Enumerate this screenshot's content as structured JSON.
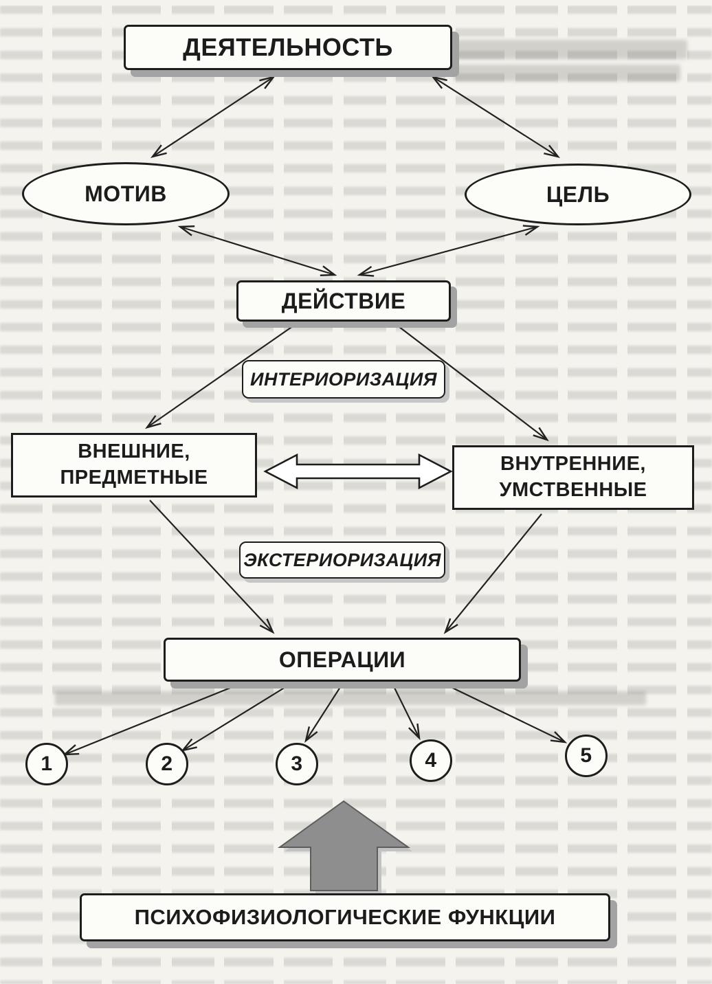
{
  "diagram": {
    "activity": {
      "label": "ДЕЯТЕЛЬНОСТЬ"
    },
    "motive": {
      "label": "МОТИВ"
    },
    "goal": {
      "label": "ЦЕЛЬ"
    },
    "action": {
      "label": "ДЕЙСТВИЕ"
    },
    "interiorization": {
      "label": "ИНТЕРИОРИЗАЦИЯ"
    },
    "external": {
      "line1": "ВНЕШНИЕ,",
      "line2": "ПРЕДМЕТНЫЕ"
    },
    "internal": {
      "line1": "ВНУТРЕННИЕ,",
      "line2": "УМСТВЕННЫЕ"
    },
    "exteriorization": {
      "label": "ЭКСТЕРИОРИЗАЦИЯ"
    },
    "operations": {
      "label": "ОПЕРАЦИИ"
    },
    "operation_items": [
      {
        "number": "1"
      },
      {
        "number": "2"
      },
      {
        "number": "3"
      },
      {
        "number": "4"
      },
      {
        "number": "5"
      }
    ],
    "functions": {
      "label": "ПСИХОФИЗИОЛОГИЧЕСКИЕ ФУНКЦИИ"
    }
  },
  "colors": {
    "ink": "#1c1c1c",
    "paper": "#f5f3ee",
    "box_fill": "#fcfcf9",
    "box_shadow": "#a3a3a3",
    "block_arrow_fill": "#8e8e8e"
  }
}
